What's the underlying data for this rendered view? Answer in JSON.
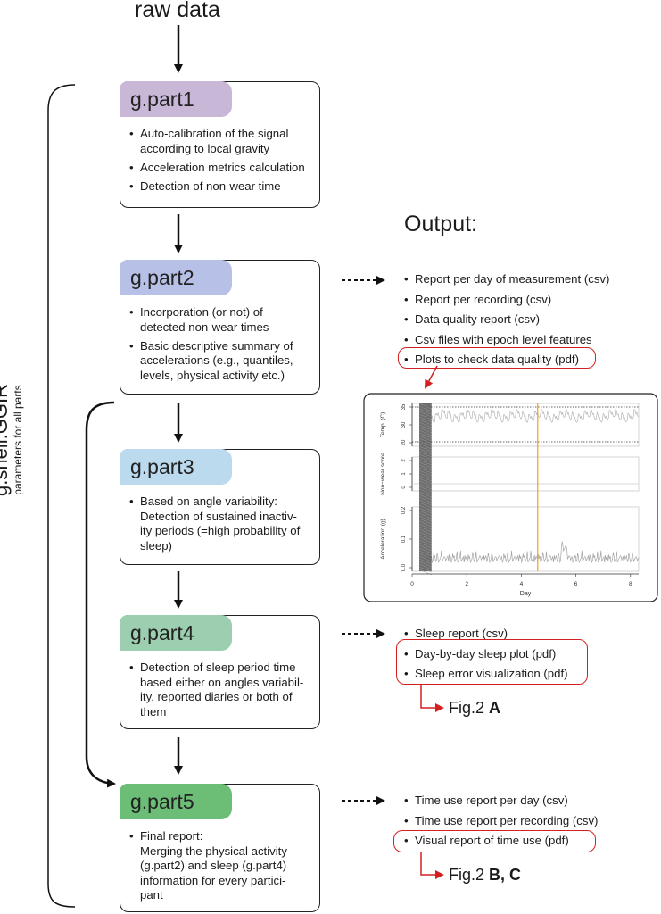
{
  "title": "raw data",
  "shell": {
    "name": "g.shell.GGIR",
    "subtitle": "parameters for all parts"
  },
  "output_label": "Output:",
  "parts": [
    {
      "name": "g.part1",
      "color": "#c9b7d8",
      "bullets": [
        "Auto-calibration of the signal\naccording to local gravity",
        "Acceleration metrics calculation",
        "Detection of non-wear time"
      ]
    },
    {
      "name": "g.part2",
      "color": "#b7c0e6",
      "bullets": [
        "Incorporation (or not) of\ndetected non-wear times",
        "Basic descriptive summary of\naccelerations (e.g., quantiles,\nlevels, physical activity etc.)"
      ]
    },
    {
      "name": "g.part3",
      "color": "#bcdaee",
      "bullets": [
        "Based on angle variability:\nDetection of sustained inactiv-\nity periods (=high probability of\nsleep)"
      ]
    },
    {
      "name": "g.part4",
      "color": "#9ccfaf",
      "bullets": [
        "Detection of sleep period time\nbased either on angles variabil-\nity, reported diaries or both of\nthem"
      ]
    },
    {
      "name": "g.part5",
      "color": "#6cbd76",
      "bullets": [
        "Final report:\nMerging the physical activity\n(g.part2) and sleep (g.part4)\ninformation for every partici-\npant"
      ]
    }
  ],
  "outputs": {
    "part2": [
      "Report per day of measurement (csv)",
      "Report per recording (csv)",
      "Data quality report (csv)",
      "Csv files with epoch level features",
      "Plots to check data quality (pdf)"
    ],
    "part4": [
      "Sleep report (csv)",
      "Day-by-day sleep plot (pdf)",
      "Sleep error visualization (pdf)"
    ],
    "part5": [
      "Time use report per day (csv)",
      "Time use report per recording (csv)",
      "Visual report of time use (pdf)"
    ]
  },
  "fig_refs": {
    "a_prefix": "Fig.2 ",
    "a_bold": "A",
    "bc_prefix": "Fig.2 ",
    "bc_bold": "B, C"
  },
  "accent_color": "#d42020",
  "chart_data": {
    "type": "line",
    "xlabel": "Day",
    "x_ticks": [
      "0",
      "2",
      "4",
      "6",
      "8"
    ],
    "xlim": [
      0,
      8.3
    ],
    "panels": [
      {
        "ylabel": "Temp. (C)",
        "y_ticks": [
          "35",
          "30",
          "20"
        ],
        "dotted_lines": [
          35,
          20
        ]
      },
      {
        "ylabel": "Non−wear score",
        "y_ticks": [
          "2",
          "1",
          "0"
        ]
      },
      {
        "ylabel": "Acceleration (g)",
        "y_ticks": [
          "0.2",
          "0.1",
          "0.0"
        ]
      }
    ],
    "nonwear_block": [
      0,
      0.45
    ],
    "event_marker_day": 4.6,
    "marker_color": "#f0a020"
  }
}
